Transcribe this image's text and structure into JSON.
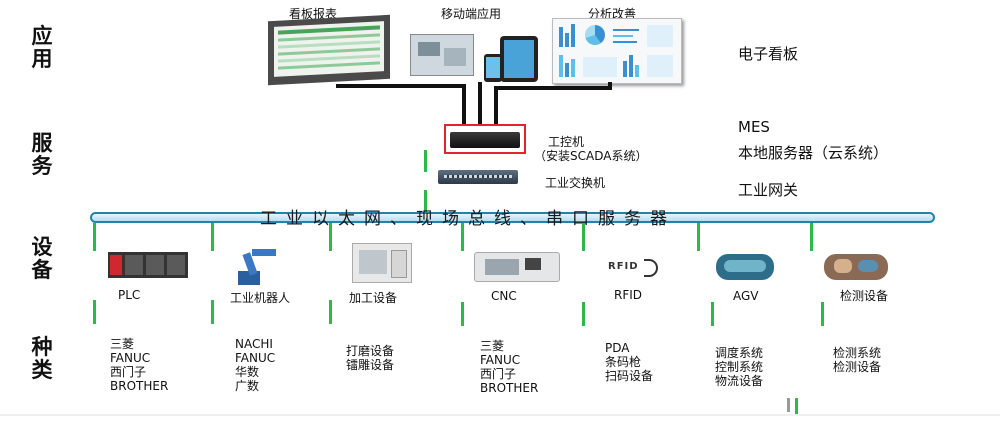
{
  "layers": {
    "application": "应用",
    "service": "服务",
    "equipment": "设备",
    "type": "种类"
  },
  "apps": {
    "kanban": "看板报表",
    "mobile": "移动端应用",
    "analysis": "分析改善"
  },
  "right_notes": {
    "board": "电子看板",
    "mes": "MES",
    "local_server": "本地服务器（云系统）",
    "gateway": "工业网关"
  },
  "service": {
    "ipc": "工控机",
    "ipc_note": "（安装SCADA系统）",
    "switch": "工业交换机"
  },
  "bus_label": "工业以太网、现场总线、串口服务器",
  "devices": [
    {
      "label": "PLC",
      "vendors": "三菱\nFANUC\n西门子\nBROTHER"
    },
    {
      "label": "工业机器人",
      "vendors": "NACHI\nFANUC\n华数\n广数"
    },
    {
      "label": "加工设备",
      "vendors": "打磨设备\n镭雕设备"
    },
    {
      "label": "CNC",
      "vendors": "三菱\nFANUC\n西门子\nBROTHER"
    },
    {
      "label": "RFID",
      "vendors": "PDA\n条码枪\n扫码设备"
    },
    {
      "label": "AGV",
      "vendors": "调度系统\n控制系统\n物流设备"
    },
    {
      "label": "检测设备",
      "vendors": "检测系统\n检测设备"
    }
  ],
  "rfid_logo": "RFID",
  "colors": {
    "bus_border": "#1f84ad",
    "link_green": "#2db84a",
    "ipc_highlight": "#e0262b"
  }
}
